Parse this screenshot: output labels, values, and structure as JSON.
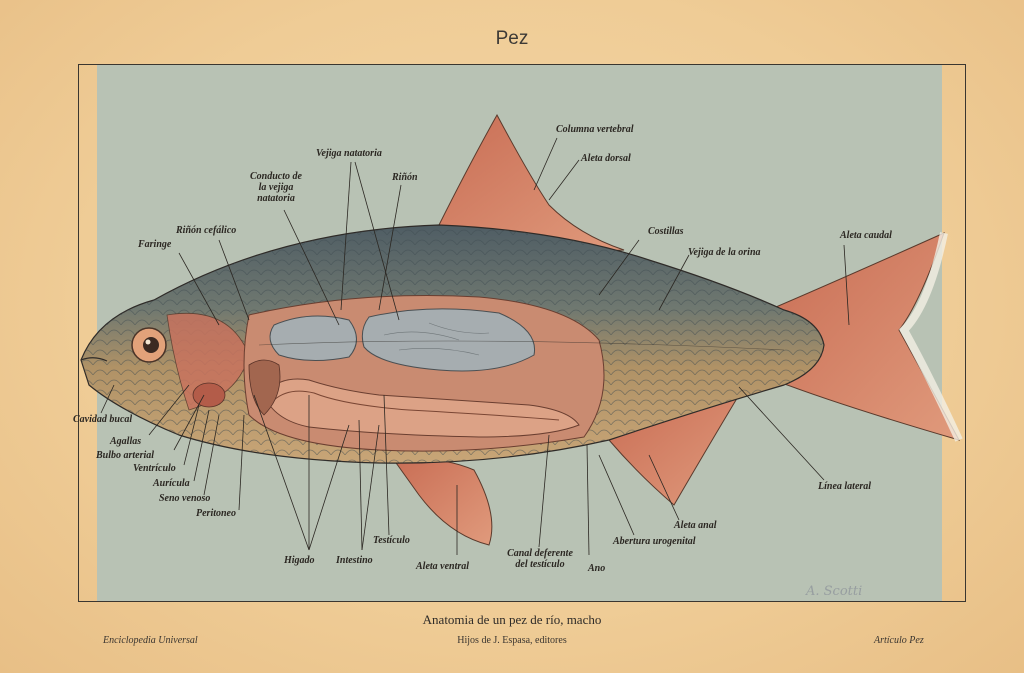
{
  "title": "Pez",
  "caption": "Anatomia de un pez de río, macho",
  "footer": {
    "left": "Enciclopedia Universal",
    "center": "Hijos de J. Espasa, editores",
    "right": "Artículo Pez"
  },
  "signature": "A. Scotti",
  "labels": {
    "columna_vertebral": "Columna vertebral",
    "aleta_dorsal": "Aleta dorsal",
    "vejiga_natatoria": "Vejiga natatoria",
    "rinon": "Riñón",
    "conducto_1": "Conducto de",
    "conducto_2": "la vejiga",
    "conducto_3": "natatoria",
    "rinon_cefalico": "Riñón cefálico",
    "faringe": "Faringe",
    "costillas": "Costillas",
    "vejiga_orina": "Vejiga de la orina",
    "aleta_caudal": "Aleta caudal",
    "cavidad_bucal": "Cavidad bucal",
    "agallas": "Agallas",
    "bulbo_arterial": "Bulbo arterial",
    "ventriculo": "Ventrículo",
    "auricula": "Aurícula",
    "seno_venoso": "Seno venoso",
    "peritoneo": "Peritoneo",
    "higado": "Higado",
    "intestino": "Intestino",
    "testiculo": "Testículo",
    "aleta_ventral": "Aleta ventral",
    "canal_1": "Canal deferente",
    "canal_2": "del testículo",
    "ano": "Ano",
    "abertura_urogenital": "Abertura urogenital",
    "aleta_anal": "Aleta anal",
    "linea_lateral": "Línea lateral"
  },
  "colors": {
    "paper": "#f0cf9c",
    "plate_blue": "#b9c2b4",
    "fish_back": "#5d6a70",
    "fish_belly": "#b8976a",
    "fin_red": "#c9735a",
    "organ_pink": "#d59a7e",
    "bladder": "#a9b0b2"
  }
}
